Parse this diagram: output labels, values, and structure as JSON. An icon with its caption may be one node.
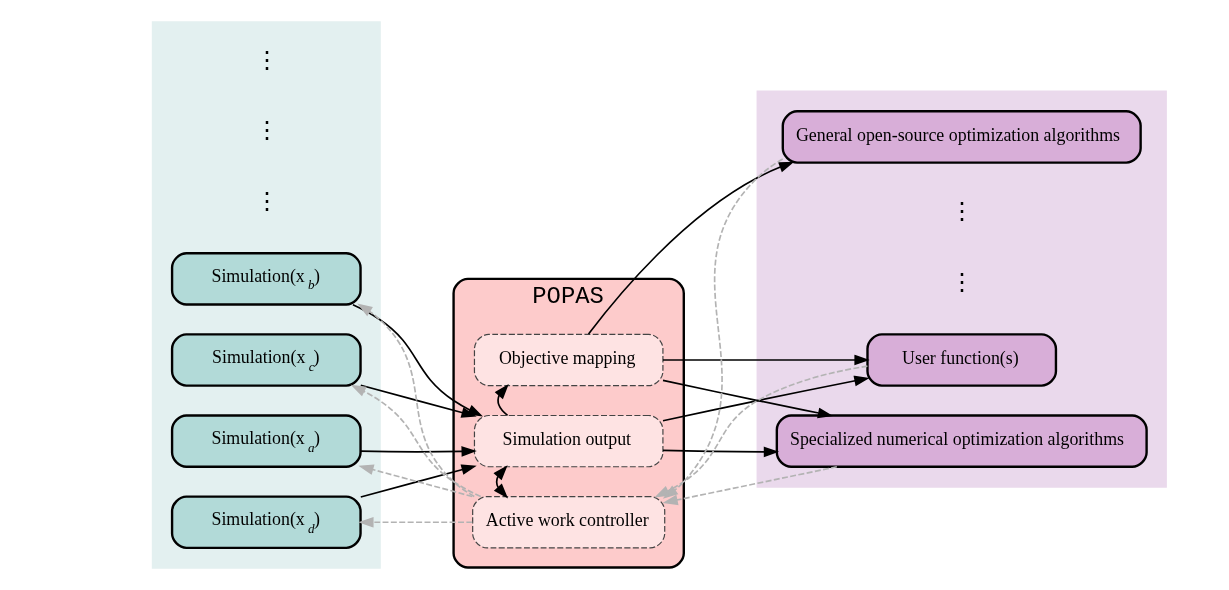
{
  "diagram": {
    "nodes": [
      {
        "text": [],
        "shape": "box"
      },
      {
        "text": [
          "Simulation(x$_{a}$)"
        ],
        "in": 0
      },
      {
        "text": [
          "Simulation(x$_{b}$)"
        ],
        "in": 0
      },
      {
        "text": [
          "Simulation(x$_{c}$)"
        ],
        "in": 0
      },
      {
        "text": [
          "Simulation(x$_{d}$)"
        ],
        "in": 0
      },
      {
        "text": [
          "POPAS"
        ]
      },
      {
        "text": [
          "Active work controller"
        ],
        "in": 5
      },
      {
        "text": [
          "Simulation output"
        ],
        "in": 5
      },
      {
        "text": [
          "Objective mapping"
        ],
        "in": 5
      },
      {
        "text": [],
        "shape": "box"
      },
      {
        "text": [
          "User function(s)"
        ],
        "in": 9
      },
      {
        "text": [
          "Specialized numerical optimization algorithms"
        ],
        "in": 9
      },
      {
        "text": [
          "General open-source optimization algorithms"
        ],
        "in": 9
      }
    ],
    "edges": [
      {
        "from": 6,
        "to": 1,
        "arrow": "to",
        "style": "dashed",
        "color": "#b3b3b3"
      },
      {
        "from": 6,
        "to": 2,
        "arrow": "to",
        "style": "dashed",
        "color": "#b3b3b3"
      },
      {
        "from": 6,
        "to": 3,
        "arrow": "to",
        "style": "dashed",
        "color": "#b3b3b3"
      },
      {
        "from": 6,
        "to": 4,
        "arrow": "to",
        "style": "dashed",
        "color": "#b3b3b3"
      },
      {
        "from": 1,
        "to": 7,
        "arrow": "to"
      },
      {
        "from": 2,
        "to": 7,
        "arrow": "to"
      },
      {
        "from": 3,
        "to": 7,
        "arrow": "to"
      },
      {
        "from": 4,
        "to": 7,
        "arrow": "to"
      },
      {
        "from": 6,
        "to": 7,
        "arrow": "both"
      },
      {
        "from": 7,
        "to": 8,
        "arrow": "to"
      },
      {
        "from": 10,
        "to": 6,
        "arrow": "to",
        "style": "dashed",
        "color": "#b3b3b3"
      },
      {
        "from": 11,
        "to": 6,
        "arrow": "to",
        "style": "dashed",
        "color": "#b3b3b3"
      },
      {
        "from": 12,
        "to": 6,
        "arrow": "to",
        "style": "dashed",
        "color": "#b3b3b3"
      },
      {
        "from": 7,
        "to": 10,
        "arrow": "to"
      },
      {
        "from": 7,
        "to": 11,
        "arrow": "to"
      },
      {
        "from": 8,
        "to": 10,
        "arrow": "to"
      },
      {
        "from": 8,
        "to": 11,
        "arrow": "to"
      },
      {
        "from": 8,
        "to": 12,
        "arrow": "to"
      }
    ],
    "labels": [
      "⋮",
      "⋮",
      "⋮",
      "⋮",
      "⋮"
    ]
  }
}
